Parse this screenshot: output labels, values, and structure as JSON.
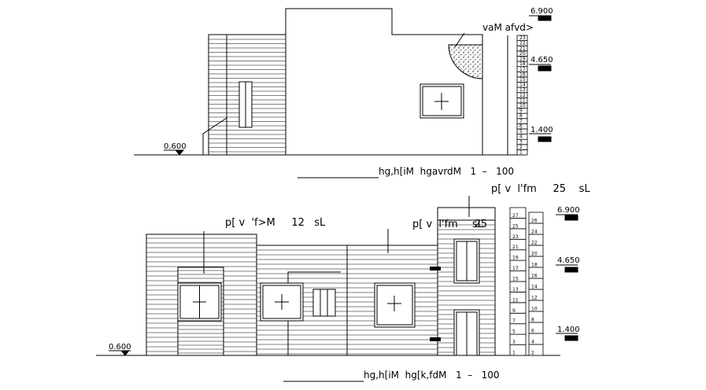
{
  "top_elevation": {
    "caption": "hg,h[iM  hgavrdM   1  –   100",
    "note_label": "vaM  afvd>",
    "ground_level": "0.600",
    "levels": [
      "6.900",
      "4.650",
      "1.400"
    ],
    "stair_numbers": [
      "1",
      "2",
      "3",
      "4",
      "5",
      "6",
      "7",
      "8",
      "9",
      "10",
      "11",
      "12",
      "13",
      "14",
      "15",
      "16",
      "17",
      "18",
      "19",
      "20",
      "21",
      "22",
      "23"
    ]
  },
  "bottom_elevation": {
    "caption": "hg,h[iM  hg[k,fdM   1  –   100",
    "label_left": "p[ v  'f>M     12   sL",
    "label_middle": "p[ v  l'fm     25",
    "label_middle_suffix": "sL",
    "label_top": "p[ v  l'fm     25    sL",
    "ground_level": "0.600",
    "levels": [
      "6.900",
      "4.650",
      "1.400"
    ],
    "stair_left_numbers": [
      "1",
      "3",
      "5",
      "7",
      "9",
      "11",
      "13",
      "15",
      "17",
      "19",
      "21",
      "23",
      "25",
      "27"
    ],
    "stair_right_numbers": [
      "2",
      "4",
      "6",
      "8",
      "10",
      "12",
      "14",
      "16",
      "18",
      "20",
      "22",
      "24",
      "26"
    ]
  }
}
